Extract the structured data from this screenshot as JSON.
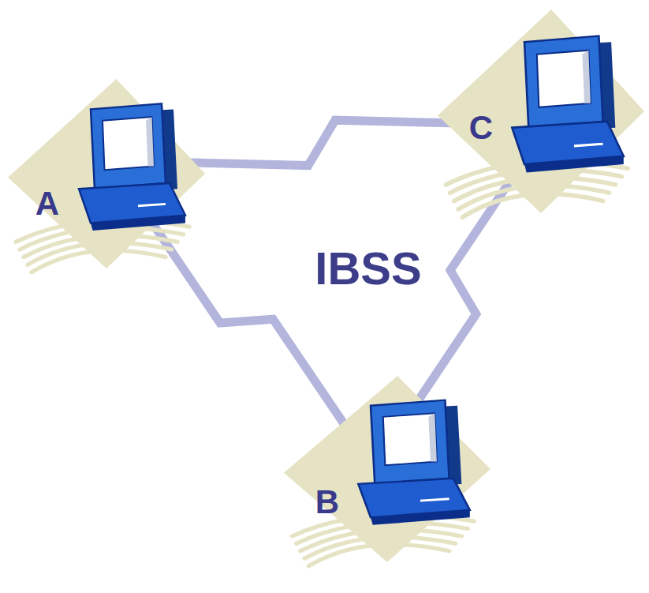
{
  "diagram": {
    "nodes": [
      {
        "text": [
          "A"
        ]
      },
      {
        "text": [
          "C"
        ]
      },
      {
        "text": [
          "B"
        ]
      }
    ],
    "edges": [
      {
        "from": 0,
        "to": 1,
        "arrow": "none"
      },
      {
        "from": 0,
        "to": 2,
        "arrow": "none"
      },
      {
        "from": 2,
        "to": 1,
        "arrow": "none"
      }
    ],
    "labels": [
      "IBSS"
    ]
  }
}
